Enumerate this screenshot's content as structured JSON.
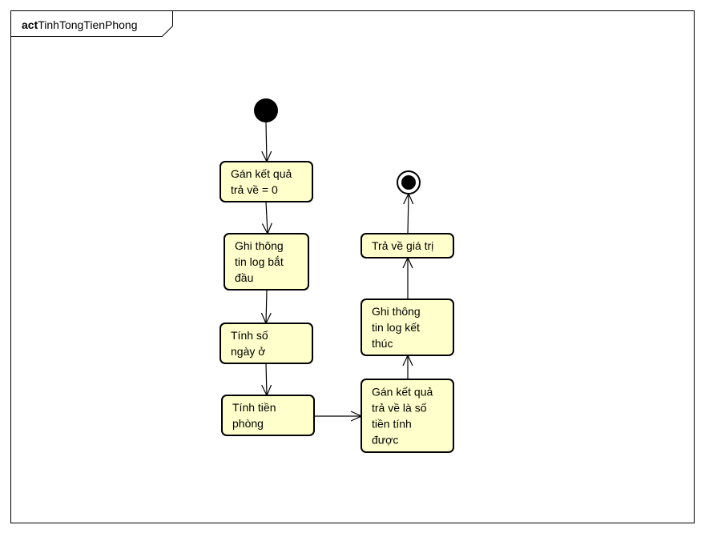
{
  "frame": {
    "keyword": "act",
    "name": "TinhTongTienPhong"
  },
  "colors": {
    "action_fill": "#FFFFCC",
    "stroke": "#000000",
    "background": "#FFFFFF"
  },
  "nodes": [
    {
      "id": "initial",
      "kind": "initial"
    },
    {
      "id": "a1",
      "kind": "action",
      "lines": [
        "Gán kết quả",
        "trả về = 0"
      ]
    },
    {
      "id": "a2",
      "kind": "action",
      "lines": [
        "Ghi thông",
        "tin log bắt",
        "đầu"
      ]
    },
    {
      "id": "a3",
      "kind": "action",
      "lines": [
        "Tính số",
        "ngày ở"
      ]
    },
    {
      "id": "a4",
      "kind": "action",
      "lines": [
        "Tính tiền",
        "phòng"
      ]
    },
    {
      "id": "a5",
      "kind": "action",
      "lines": [
        "Gán kết quả",
        "trả về là số",
        "tiền tính",
        "được"
      ]
    },
    {
      "id": "a6",
      "kind": "action",
      "lines": [
        "Ghi thông",
        "tin log kết",
        "thúc"
      ]
    },
    {
      "id": "a7",
      "kind": "action",
      "lines": [
        "Trả về giá trị"
      ]
    },
    {
      "id": "final",
      "kind": "final"
    }
  ],
  "edges": [
    {
      "from": "initial",
      "to": "a1"
    },
    {
      "from": "a1",
      "to": "a2"
    },
    {
      "from": "a2",
      "to": "a3"
    },
    {
      "from": "a3",
      "to": "a4"
    },
    {
      "from": "a4",
      "to": "a5"
    },
    {
      "from": "a5",
      "to": "a6"
    },
    {
      "from": "a6",
      "to": "a7"
    },
    {
      "from": "a7",
      "to": "final"
    }
  ]
}
